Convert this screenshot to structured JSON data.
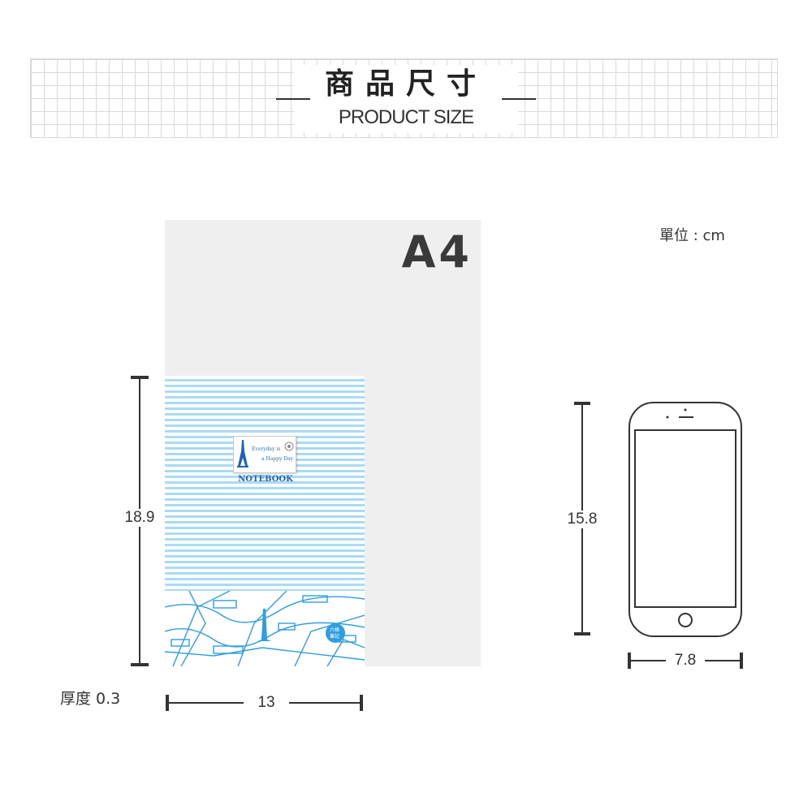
{
  "header": {
    "title_cn": "商品尺寸",
    "title_en": "PRODUCT SIZE"
  },
  "a4": {
    "label": "A4"
  },
  "unit": {
    "label": "單位 : cm"
  },
  "notebook": {
    "badge_line1": "Everyday is",
    "badge_line2": "a Happy Day",
    "label": "NOTEBOOK",
    "height": "18.9",
    "width": "13",
    "thickness": "厚度  0.3"
  },
  "phone": {
    "height": "15.8",
    "width": "7.8"
  },
  "colors": {
    "stripe": "#a9dbf5",
    "map_blue": "#2f9ee0",
    "sheet": "#efefef",
    "ink": "#333333"
  }
}
